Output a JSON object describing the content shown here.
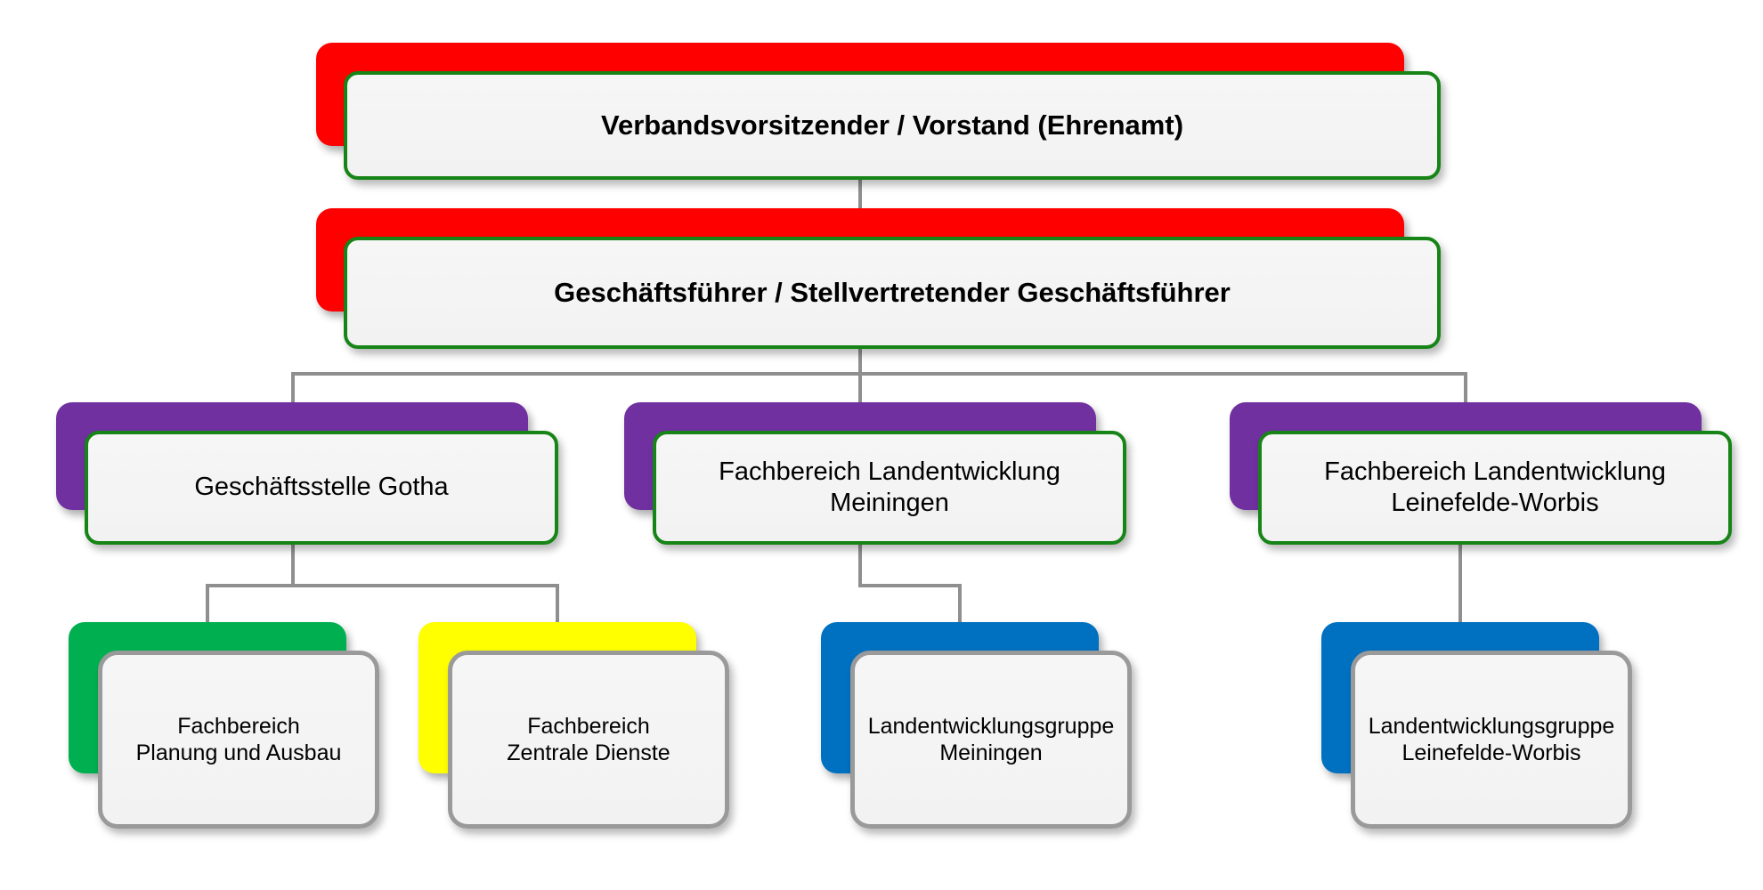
{
  "colors": {
    "backdrop_red": "#ff0000",
    "backdrop_purple": "#7030a0",
    "backdrop_green": "#00b050",
    "backdrop_yellow": "#ffff00",
    "backdrop_blue": "#0070c0",
    "border_green": "#168416",
    "border_gray": "#9a9a9a",
    "box_fill": "#f2f2f2",
    "connector_gray": "#8f8f8f",
    "text": "#000000"
  },
  "nodes": {
    "chairman": {
      "label": "Verbandsvorsitzender / Vorstand (Ehrenamt)",
      "backdrop": "red"
    },
    "ceo": {
      "label": "Geschäftsführer / Stellvertretender Geschäftsführer",
      "backdrop": "red"
    },
    "gotha": {
      "label": "Geschäftsstelle Gotha",
      "backdrop": "purple"
    },
    "meiningen": {
      "label": "Fachbereich Landentwicklung\nMeiningen",
      "backdrop": "purple"
    },
    "leinefelde": {
      "label": "Fachbereich Landentwicklung\nLeinefelde-Worbis",
      "backdrop": "purple"
    },
    "planung": {
      "label": "Fachbereich\nPlanung und Ausbau",
      "backdrop": "green"
    },
    "zentrale": {
      "label": "Fachbereich\nZentrale Dienste",
      "backdrop": "yellow"
    },
    "lg_meiningen": {
      "label": "Landentwicklungsgruppe\nMeiningen",
      "backdrop": "blue"
    },
    "lg_leinefelde": {
      "label": "Landentwicklungsgruppe\nLeinefelde-Worbis",
      "backdrop": "blue"
    }
  }
}
